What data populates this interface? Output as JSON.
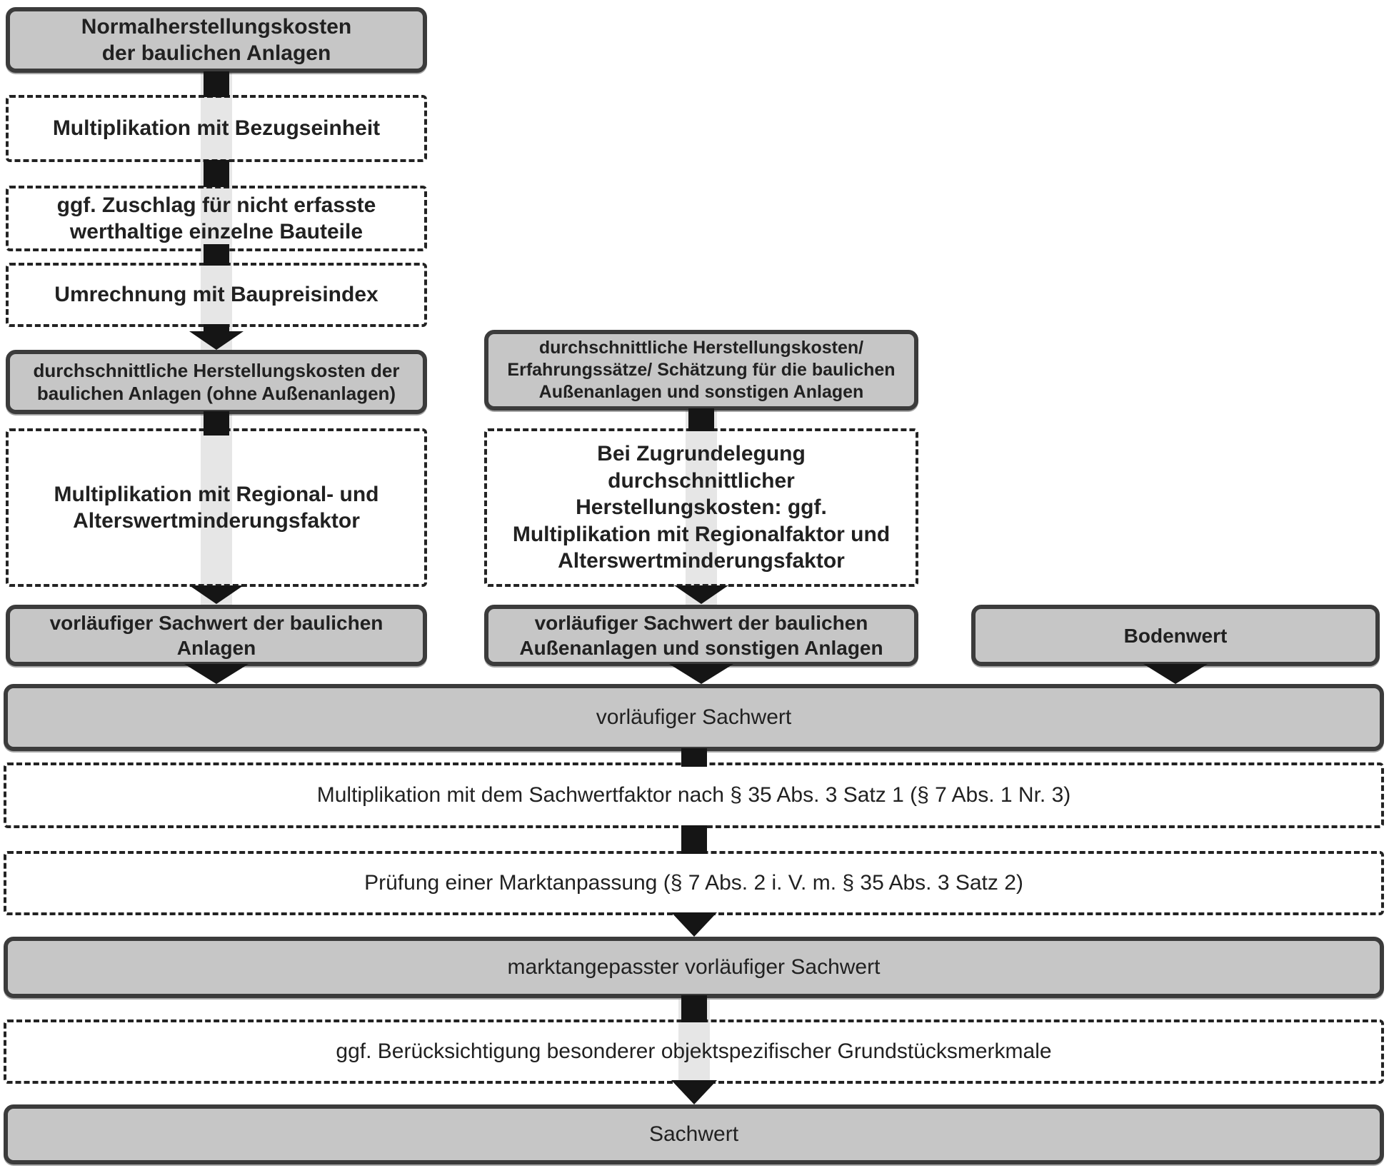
{
  "diagram": {
    "title_semantic": "Sachwertverfahren Ablaufschema",
    "left_column": {
      "nhk": "Normalherstellungskosten\nder baulichen Anlagen",
      "mult_bezugseinheit": "Multiplikation mit Bezugseinheit",
      "zuschlag_bauteile": "ggf.  Zuschlag für nicht erfasste\nwerthaltige einzelne Bauteile",
      "baupreisindex": "Umrechnung mit Baupreisindex",
      "dhk_baulich": "durchschnittliche Herstellungskosten der\nbaulichen Anlagen (ohne Außenanlagen)",
      "mult_regional": "Multiplikation mit Regional- und\nAlterswertminderungsfaktor",
      "vorl_sachwert_baulich": "vorläufiger Sachwert der baulichen\nAnlagen"
    },
    "middle_column": {
      "dhk_aussenanlagen": "durchschnittliche Herstellungskosten/\nErfahrungssätze/ Schätzung für die baulichen\nAußenanlagen und sonstigen Anlagen",
      "zugrundelegung": "Bei Zugrundelegung\ndurchschnittlicher\nHerstellungskosten: ggf.\nMultiplikation mit Regionalfaktor und\nAlterswertminderungsfaktor",
      "vorl_sachwert_aussen": "vorläufiger Sachwert der baulichen\nAußenanlagen und sonstigen Anlagen"
    },
    "right_column": {
      "bodenwert": "Bodenwert"
    },
    "bottom_rows": {
      "vorl_sachwert": "vorläufiger Sachwert",
      "sachwertfaktor": "Multiplikation mit dem Sachwertfaktor nach § 35 Abs. 3 Satz 1 (§ 7 Abs. 1 Nr. 3)",
      "marktanpassung": "Prüfung einer Marktanpassung  (§ 7 Abs. 2 i. V. m. § 35 Abs. 3 Satz 2)",
      "marktangepasster_sachwert": "marktangepasster vorläufiger Sachwert",
      "grundstuecksmerkmale": "ggf. Berücksichtigung besonderer objektspezifischer Grundstücksmerkmale",
      "sachwert": "Sachwert"
    },
    "colors": {
      "box_fill": "#c6c6c6",
      "box_border": "#3b3b3b",
      "dashed_border": "#232323",
      "connector": "#151515",
      "shaft": "#e6e6e6",
      "background": "#ffffff",
      "text": "#212121"
    }
  }
}
